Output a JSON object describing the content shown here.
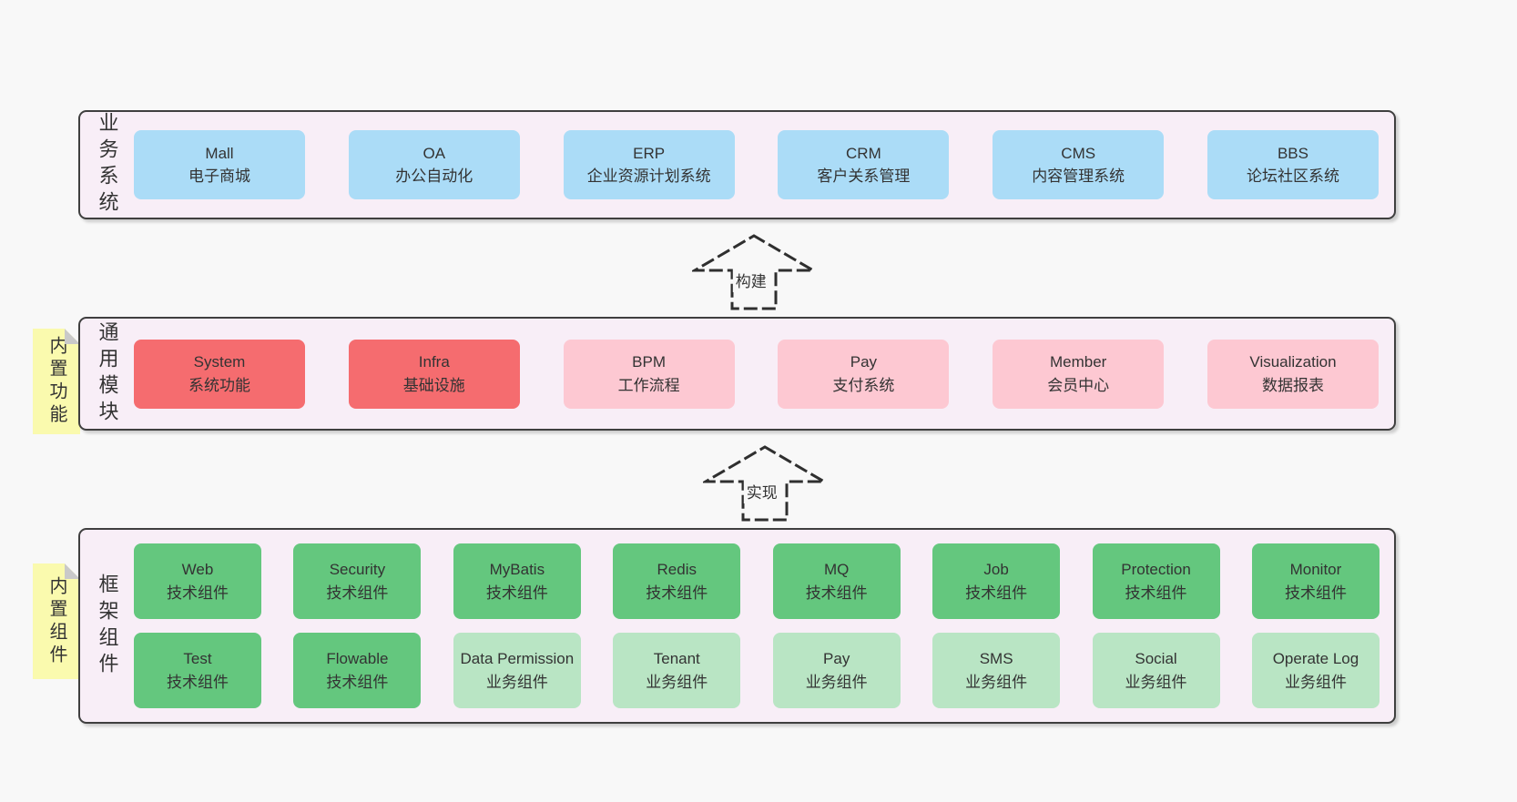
{
  "layers": {
    "business": {
      "label": "业务系统",
      "boxes": [
        {
          "name": "Mall",
          "desc": "电子商城",
          "variant": "blue"
        },
        {
          "name": "OA",
          "desc": "办公自动化",
          "variant": "blue"
        },
        {
          "name": "ERP",
          "desc": "企业资源计划系统",
          "variant": "blue"
        },
        {
          "name": "CRM",
          "desc": "客户关系管理",
          "variant": "blue"
        },
        {
          "name": "CMS",
          "desc": "内容管理系统",
          "variant": "blue"
        },
        {
          "name": "BBS",
          "desc": "论坛社区系统",
          "variant": "blue"
        }
      ]
    },
    "common": {
      "note": "内置功能",
      "label": "通用模块",
      "boxes": [
        {
          "name": "System",
          "desc": "系统功能",
          "variant": "red"
        },
        {
          "name": "Infra",
          "desc": "基础设施",
          "variant": "red"
        },
        {
          "name": "BPM",
          "desc": "工作流程",
          "variant": "pink"
        },
        {
          "name": "Pay",
          "desc": "支付系统",
          "variant": "pink"
        },
        {
          "name": "Member",
          "desc": "会员中心",
          "variant": "pink"
        },
        {
          "name": "Visualization",
          "desc": "数据报表",
          "variant": "pink"
        }
      ]
    },
    "framework": {
      "note": "内置组件",
      "label": "框架组件",
      "row1": [
        {
          "name": "Web",
          "desc": "技术组件",
          "variant": "green-dark"
        },
        {
          "name": "Security",
          "desc": "技术组件",
          "variant": "green-dark"
        },
        {
          "name": "MyBatis",
          "desc": "技术组件",
          "variant": "green-dark"
        },
        {
          "name": "Redis",
          "desc": "技术组件",
          "variant": "green-dark"
        },
        {
          "name": "MQ",
          "desc": "技术组件",
          "variant": "green-dark"
        },
        {
          "name": "Job",
          "desc": "技术组件",
          "variant": "green-dark"
        },
        {
          "name": "Protection",
          "desc": "技术组件",
          "variant": "green-dark"
        },
        {
          "name": "Monitor",
          "desc": "技术组件",
          "variant": "green-dark"
        }
      ],
      "row2": [
        {
          "name": "Test",
          "desc": "技术组件",
          "variant": "green-dark"
        },
        {
          "name": "Flowable",
          "desc": "技术组件",
          "variant": "green-dark"
        },
        {
          "name": "Data Permission",
          "desc": "业务组件",
          "variant": "green-light"
        },
        {
          "name": "Tenant",
          "desc": "业务组件",
          "variant": "green-light"
        },
        {
          "name": "Pay",
          "desc": "业务组件",
          "variant": "green-light"
        },
        {
          "name": "SMS",
          "desc": "业务组件",
          "variant": "green-light"
        },
        {
          "name": "Social",
          "desc": "业务组件",
          "variant": "green-light"
        },
        {
          "name": "Operate Log",
          "desc": "业务组件",
          "variant": "green-light"
        }
      ]
    }
  },
  "arrows": {
    "build": "构建",
    "implement": "实现"
  },
  "colors": {
    "page_bg": "#f8f8f8",
    "panel_bg": "#f8eef7",
    "panel_border": "#3f3f3f",
    "blue": "#abdcf7",
    "red": "#f56c6f",
    "pink": "#fdc8d2",
    "green_dark": "#64c77e",
    "green_light": "#b9e5c4",
    "note_bg": "#fafaae",
    "note_fold": "#c9c9c9",
    "text": "#333333"
  }
}
